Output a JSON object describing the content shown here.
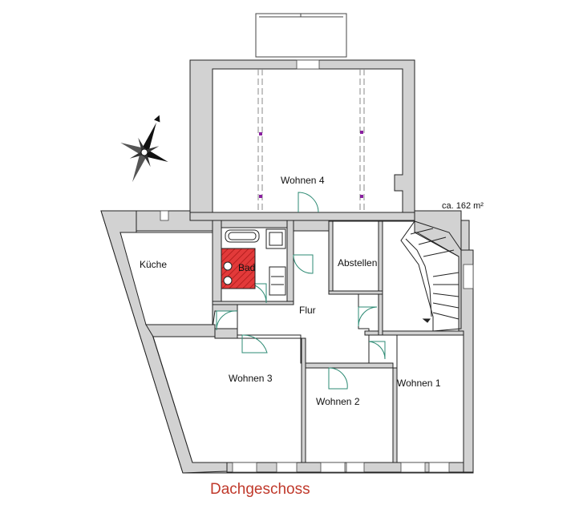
{
  "plan": {
    "title": "Dachgeschoss",
    "area": "ca. 162 m²",
    "rooms": {
      "wohnen4": "Wohnen 4",
      "kueche": "Küche",
      "bad": "Bad",
      "abstellen": "Abstellen",
      "flur": "Flur",
      "wohnen3": "Wohnen 3",
      "wohnen2": "Wohnen 2",
      "wohnen1": "Wohnen 1"
    }
  },
  "colors": {
    "wall": "#d2d2d2",
    "wall_stroke": "#222222",
    "door": "#2e8b74",
    "bath_tile": "#e23a3a",
    "title": "#c0392b",
    "marker": "#8a1fa0"
  },
  "icons": {
    "compass": "north-arrow-icon"
  }
}
